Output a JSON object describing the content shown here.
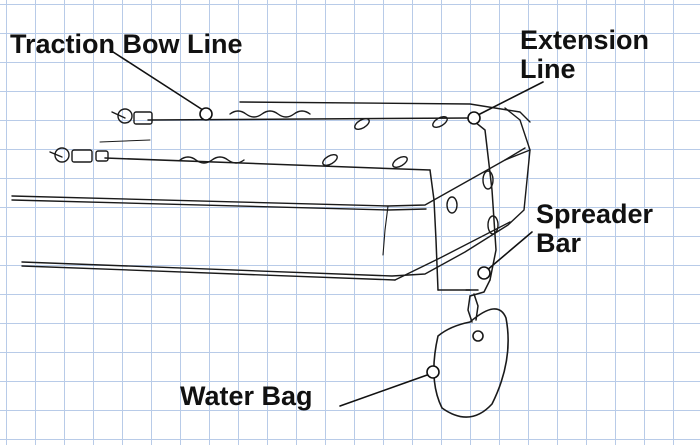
{
  "labels": {
    "traction_bow_line": "Traction Bow Line",
    "extension_line": [
      "Extension",
      "Line"
    ],
    "spreader_bar": [
      "Spreader",
      "Bar"
    ],
    "water_bag": "Water Bag"
  },
  "colors": {
    "grid": "#b8cbe8",
    "ink": "#111111",
    "callout_dot_fill": "#ffffff"
  }
}
